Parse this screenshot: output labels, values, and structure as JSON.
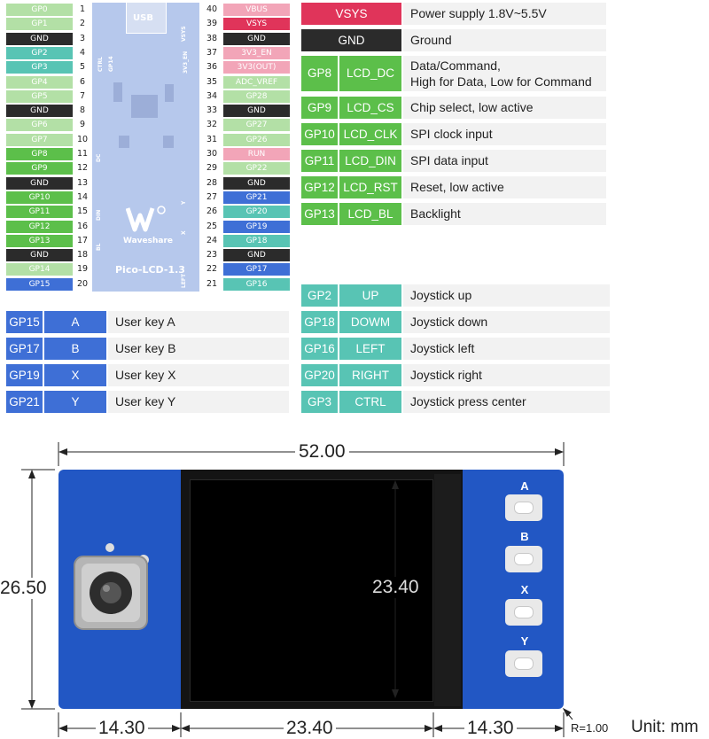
{
  "header_pins": {
    "left": [
      {
        "num": "1",
        "label": "GP0",
        "color": "#b3e0a6",
        "text": "#fff"
      },
      {
        "num": "2",
        "label": "GP1",
        "color": "#b3e0a6",
        "text": "#fff"
      },
      {
        "num": "3",
        "label": "GND",
        "color": "#2b2b2b",
        "text": "#fff"
      },
      {
        "num": "4",
        "label": "GP2",
        "color": "#58c4b4",
        "text": "#fff"
      },
      {
        "num": "5",
        "label": "GP3",
        "color": "#58c4b4",
        "text": "#fff"
      },
      {
        "num": "6",
        "label": "GP4",
        "color": "#b3e0a6",
        "text": "#fff"
      },
      {
        "num": "7",
        "label": "GP5",
        "color": "#b3e0a6",
        "text": "#fff"
      },
      {
        "num": "8",
        "label": "GND",
        "color": "#2b2b2b",
        "text": "#fff"
      },
      {
        "num": "9",
        "label": "GP6",
        "color": "#b3e0a6",
        "text": "#fff"
      },
      {
        "num": "10",
        "label": "GP7",
        "color": "#b3e0a6",
        "text": "#fff"
      },
      {
        "num": "11",
        "label": "GP8",
        "color": "#5cbf4a",
        "text": "#fff"
      },
      {
        "num": "12",
        "label": "GP9",
        "color": "#5cbf4a",
        "text": "#fff"
      },
      {
        "num": "13",
        "label": "GND",
        "color": "#2b2b2b",
        "text": "#fff"
      },
      {
        "num": "14",
        "label": "GP10",
        "color": "#5cbf4a",
        "text": "#fff"
      },
      {
        "num": "15",
        "label": "GP11",
        "color": "#5cbf4a",
        "text": "#fff"
      },
      {
        "num": "16",
        "label": "GP12",
        "color": "#5cbf4a",
        "text": "#fff"
      },
      {
        "num": "17",
        "label": "GP13",
        "color": "#5cbf4a",
        "text": "#fff"
      },
      {
        "num": "18",
        "label": "GND",
        "color": "#2b2b2b",
        "text": "#fff"
      },
      {
        "num": "19",
        "label": "GP14",
        "color": "#b3e0a6",
        "text": "#fff"
      },
      {
        "num": "20",
        "label": "GP15",
        "color": "#3e6fd6",
        "text": "#fff"
      }
    ],
    "right": [
      {
        "num": "40",
        "label": "VBUS",
        "color": "#f2a5b8",
        "text": "#fff"
      },
      {
        "num": "39",
        "label": "VSYS",
        "color": "#e0345a",
        "text": "#fff"
      },
      {
        "num": "38",
        "label": "GND",
        "color": "#2b2b2b",
        "text": "#fff"
      },
      {
        "num": "37",
        "label": "3V3_EN",
        "color": "#f2a5b8",
        "text": "#fff"
      },
      {
        "num": "36",
        "label": "3V3(OUT)",
        "color": "#f2a5b8",
        "text": "#fff"
      },
      {
        "num": "35",
        "label": "ADC_VREF",
        "color": "#b3e0a6",
        "text": "#fff"
      },
      {
        "num": "34",
        "label": "GP28",
        "color": "#b3e0a6",
        "text": "#fff"
      },
      {
        "num": "33",
        "label": "GND",
        "color": "#2b2b2b",
        "text": "#fff"
      },
      {
        "num": "32",
        "label": "GP27",
        "color": "#b3e0a6",
        "text": "#fff"
      },
      {
        "num": "31",
        "label": "GP26",
        "color": "#b3e0a6",
        "text": "#fff"
      },
      {
        "num": "30",
        "label": "RUN",
        "color": "#f2a5b8",
        "text": "#fff"
      },
      {
        "num": "29",
        "label": "GP22",
        "color": "#b3e0a6",
        "text": "#fff"
      },
      {
        "num": "28",
        "label": "GND",
        "color": "#2b2b2b",
        "text": "#fff"
      },
      {
        "num": "27",
        "label": "GP21",
        "color": "#3e6fd6",
        "text": "#fff"
      },
      {
        "num": "26",
        "label": "GP20",
        "color": "#58c4b4",
        "text": "#fff"
      },
      {
        "num": "25",
        "label": "GP19",
        "color": "#3e6fd6",
        "text": "#fff"
      },
      {
        "num": "24",
        "label": "GP18",
        "color": "#58c4b4",
        "text": "#fff"
      },
      {
        "num": "23",
        "label": "GND",
        "color": "#2b2b2b",
        "text": "#fff"
      },
      {
        "num": "22",
        "label": "GP17",
        "color": "#3e6fd6",
        "text": "#fff"
      },
      {
        "num": "21",
        "label": "GP16",
        "color": "#58c4b4",
        "text": "#fff"
      }
    ]
  },
  "board": {
    "usb_label": "USB",
    "brand": "Waveshare",
    "model": "Pico-LCD-1.3",
    "silkscreen": [
      "CTRL",
      "GP14",
      "VSYS",
      "3V3_EN",
      "DC",
      "DIN",
      "BL",
      "LEFT",
      "Y",
      "X"
    ]
  },
  "lcd_table": [
    {
      "gpio": "VSYS",
      "func": "",
      "desc": "Power supply 1.8V~5.5V",
      "color": "#e0345a"
    },
    {
      "gpio": "GND",
      "func": "",
      "desc": "Ground",
      "color": "#2b2b2b"
    },
    {
      "gpio": "GP8",
      "func": "LCD_DC",
      "desc": "Data/Command,\nHigh for Data, Low for Command",
      "color": "#5cbf4a"
    },
    {
      "gpio": "GP9",
      "func": "LCD_CS",
      "desc": "Chip select, low active",
      "color": "#5cbf4a"
    },
    {
      "gpio": "GP10",
      "func": "LCD_CLK",
      "desc": "SPI clock input",
      "color": "#5cbf4a"
    },
    {
      "gpio": "GP11",
      "func": "LCD_DIN",
      "desc": "SPI data input",
      "color": "#5cbf4a"
    },
    {
      "gpio": "GP12",
      "func": "LCD_RST",
      "desc": "Reset, low active",
      "color": "#5cbf4a"
    },
    {
      "gpio": "GP13",
      "func": "LCD_BL",
      "desc": "Backlight",
      "color": "#5cbf4a"
    }
  ],
  "joystick_table": [
    {
      "gpio": "GP2",
      "func": "UP",
      "desc": "Joystick up",
      "color": "#58c4b4"
    },
    {
      "gpio": "GP18",
      "func": "DOWM",
      "desc": "Joystick down",
      "color": "#58c4b4"
    },
    {
      "gpio": "GP16",
      "func": "LEFT",
      "desc": "Joystick left",
      "color": "#58c4b4"
    },
    {
      "gpio": "GP20",
      "func": "RIGHT",
      "desc": "Joystick right",
      "color": "#58c4b4"
    },
    {
      "gpio": "GP3",
      "func": "CTRL",
      "desc": "Joystick press center",
      "color": "#58c4b4"
    }
  ],
  "key_table": [
    {
      "gpio": "GP15",
      "func": "A",
      "desc": "User key A",
      "color": "#3e6fd6"
    },
    {
      "gpio": "GP17",
      "func": "B",
      "desc": "User key B",
      "color": "#3e6fd6"
    },
    {
      "gpio": "GP19",
      "func": "X",
      "desc": "User key X",
      "color": "#3e6fd6"
    },
    {
      "gpio": "GP21",
      "func": "Y",
      "desc": "User key Y",
      "color": "#3e6fd6"
    }
  ],
  "module": {
    "key_labels": [
      "A",
      "B",
      "X",
      "Y"
    ],
    "dims": {
      "total_width": "52.00",
      "height": "26.50",
      "screen_height": "23.40",
      "left_width": "14.30",
      "screen_width": "23.40",
      "right_width": "14.30",
      "radius": "R=1.00",
      "unit": "Unit: mm"
    }
  }
}
